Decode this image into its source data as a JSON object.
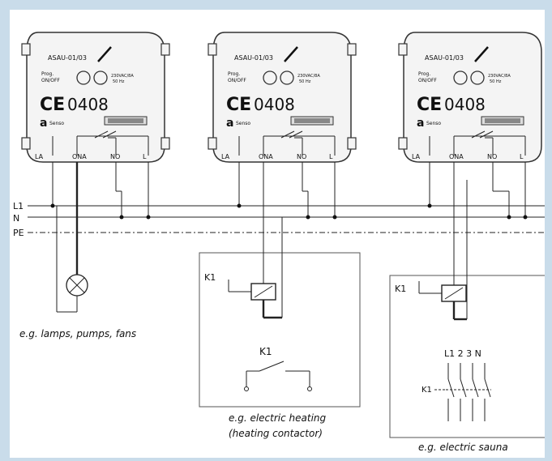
{
  "colors": {
    "background": "#c9dcea",
    "panel": "#ffffff",
    "frame": "#b9cfe0",
    "line": "#222222"
  },
  "modules": [
    {
      "model": "ASAU-01/03",
      "prog_label": "Prog.",
      "onoff_label": "ON/OFF",
      "rating_line1": "230VAC/8A",
      "rating_line2": "50 Hz",
      "ce_mark": "CE",
      "ce_number": "0408",
      "brand": "Senso",
      "terminals": [
        "LA",
        "ONA",
        "NO",
        "L"
      ]
    },
    {
      "model": "ASAU-01/03",
      "prog_label": "Prog.",
      "onoff_label": "ON/OFF",
      "rating_line1": "230VAC/8A",
      "rating_line2": "50 Hz",
      "ce_mark": "CE",
      "ce_number": "0408",
      "brand": "Senso",
      "terminals": [
        "LA",
        "ONA",
        "NO",
        "L"
      ]
    },
    {
      "model": "ASAU-01/03",
      "prog_label": "Prog.",
      "onoff_label": "ON/OFF",
      "rating_line1": "230VAC/8A",
      "rating_line2": "50 Hz",
      "ce_mark": "CE",
      "ce_number": "0408",
      "brand": "Senso",
      "terminals": [
        "LA",
        "ONA",
        "NO",
        "L"
      ]
    }
  ],
  "buses": {
    "l1": "L1",
    "n": "N",
    "pe": "PE"
  },
  "circuits": {
    "lamp": {
      "caption": "e.g. lamps, pumps, fans"
    },
    "heating": {
      "coil_label": "K1",
      "contact_label": "K1",
      "caption_line1": "e.g. electric heating",
      "caption_line2": "(heating contactor)"
    },
    "sauna": {
      "coil_label": "K1",
      "contact_label": "K1",
      "terminal_labels": "L1 2 3 N",
      "caption": "e.g. electric sauna"
    }
  }
}
